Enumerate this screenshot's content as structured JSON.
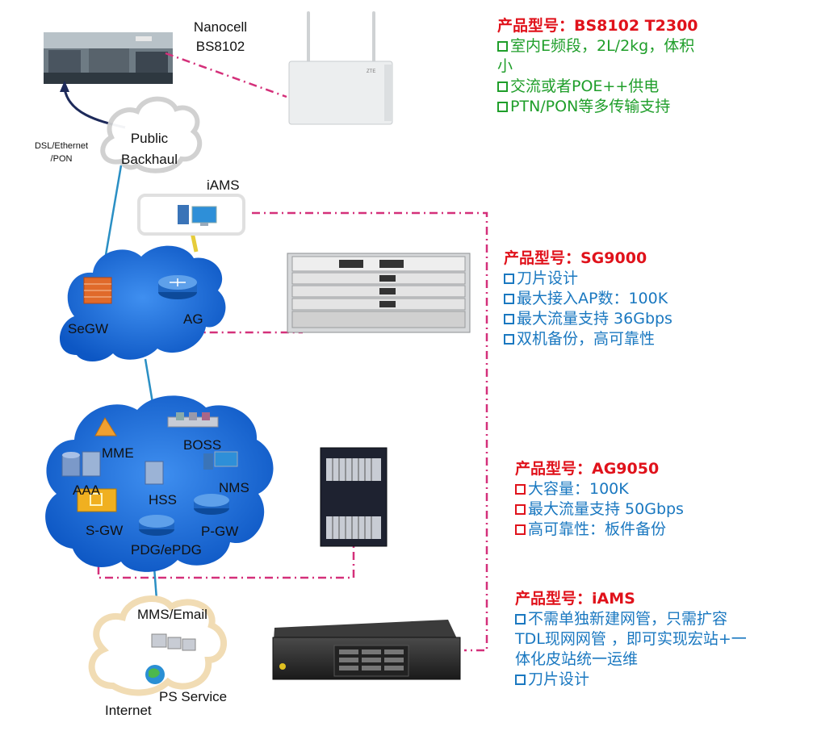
{
  "labels": {
    "nanocell": "Nanocell",
    "bs8102": "BS8102",
    "public_backhaul_1": "Public",
    "public_backhaul_2": "Backhaul",
    "dsl_1": "DSL/Ethernet",
    "dsl_2": "/PON",
    "iams": "iAMS",
    "segw": "SeGW",
    "ag": "AG",
    "mme": "MME",
    "boss": "BOSS",
    "aaa": "AAA",
    "hss": "HSS",
    "nms": "NMS",
    "sgw": "S-GW",
    "pgw": "P-GW",
    "pdg": "PDG/ePDG",
    "mms_email": "MMS/Email",
    "ps_service": "PS Service",
    "internet": "Internet"
  },
  "specs": {
    "bs8102": {
      "title": "产品型号：BS8102 T2300",
      "items": [
        "室内E频段，2L/2kg，体积",
        "交流或者POE++供电",
        "PTN/PON等多传输支持"
      ],
      "cont": "小"
    },
    "sg9000": {
      "title": "产品型号：SG9000",
      "items": [
        "刀片设计",
        "最大接入AP数：100K",
        "最大流量支持 36Gbps",
        "双机备份，高可靠性"
      ]
    },
    "ag9050": {
      "title": "产品型号：AG9050",
      "items": [
        "大容量：100K",
        "最大流量支持 50Gbps",
        "高可靠性：板件备份"
      ]
    },
    "iams": {
      "title": "产品型号：iAMS",
      "items": [
        "不需单独新建网管，只需扩容",
        "刀片设计"
      ],
      "cont1": "TDL现网网管 ，即可实现宏站+一",
      "cont2": "体化皮站统一运维"
    }
  },
  "colors": {
    "cloud_blue": "#1a6fd6",
    "dashed_pink": "#d4307a",
    "spec_red": "#e0121b",
    "spec_green": "#1f9e2a",
    "spec_blue": "#1a78c0",
    "link_navy": "#1d2a5a",
    "link_teal": "#2a8fc4"
  }
}
